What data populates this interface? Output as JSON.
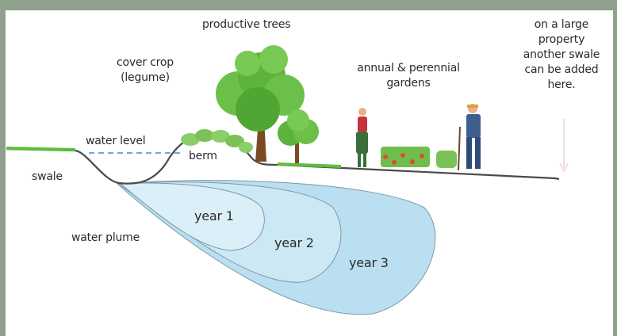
{
  "labels": {
    "productive_trees": "productive trees",
    "cover_crop_line1": "cover crop",
    "cover_crop_line2": "(legume)",
    "water_level": "water level",
    "berm": "berm",
    "swale": "swale",
    "annual_gardens_line1": "annual & perennial",
    "annual_gardens_line2": "gardens",
    "large_property_line1": "on a large",
    "large_property_line2": "property",
    "large_property_line3": "another swale",
    "large_property_line4": "can be added",
    "large_property_line5": "here.",
    "water_plume": "water plume",
    "year1": "year 1",
    "year2": "year 2",
    "year3": "year 3"
  },
  "colors": {
    "frame": "#8fa08d",
    "panel": "#ffffff",
    "ground_line": "#4a4a4a",
    "grass": "#5bbf3e",
    "water_level_dash": "#6fa8dc",
    "plume_year3": "#b9dff0",
    "plume_year2": "#cce8f4",
    "plume_year1": "#dbeff8",
    "tree_leaves": "#6cc04a",
    "tree_trunk": "#7a4a24"
  },
  "icons": [
    "tree-icon",
    "small-tree-icon",
    "cover-crop-shrub-icon",
    "woman-gardener-icon",
    "man-gardener-icon",
    "vegetable-plants-icon",
    "down-arrow-icon"
  ]
}
